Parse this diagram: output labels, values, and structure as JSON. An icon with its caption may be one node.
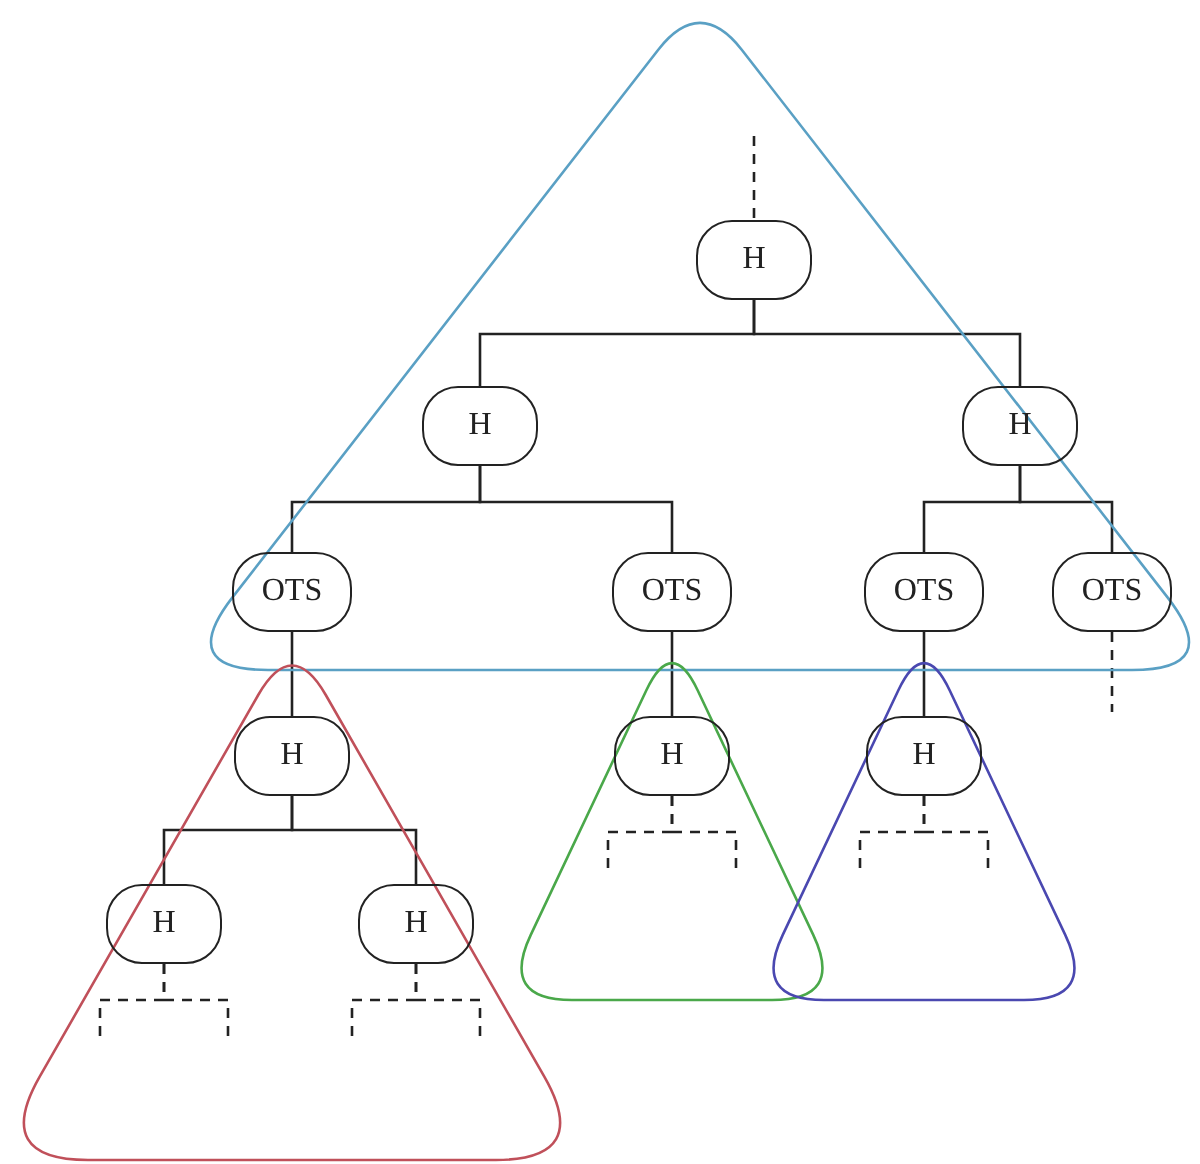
{
  "diagram": {
    "nodes": [
      {
        "text": [],
        "shape": "triangle"
      },
      {
        "text": [
          "H"
        ],
        "in": 0
      },
      {
        "text": [
          "H"
        ],
        "in": 0
      },
      {
        "text": [
          "H"
        ],
        "in": 0
      },
      {
        "text": [
          "OTS"
        ],
        "in": 0
      },
      {
        "text": [
          "OTS"
        ],
        "in": 0
      },
      {
        "text": [
          "OTS"
        ],
        "in": 0
      },
      {
        "text": [
          "OTS"
        ],
        "in": 0
      },
      {
        "text": [],
        "shape": "triangle"
      },
      {
        "text": [
          "H"
        ],
        "in": 8
      },
      {
        "text": [
          "H"
        ],
        "in": 8
      },
      {
        "text": [
          "H"
        ],
        "in": 8
      },
      {
        "text": [],
        "shape": "triangle"
      },
      {
        "text": [
          "H"
        ],
        "in": 12
      },
      {
        "text": [],
        "shape": "triangle"
      },
      {
        "text": [
          "H"
        ],
        "in": 14
      }
    ],
    "edges": [
      {
        "from": null,
        "to": 1,
        "arrow": "none",
        "style": "dashed"
      },
      {
        "from": 1,
        "to": 2,
        "arrow": "none"
      },
      {
        "from": 1,
        "to": 3,
        "arrow": "none"
      },
      {
        "from": 2,
        "to": 4,
        "arrow": "none"
      },
      {
        "from": 2,
        "to": 5,
        "arrow": "none"
      },
      {
        "from": 3,
        "to": 6,
        "arrow": "none"
      },
      {
        "from": 3,
        "to": 7,
        "arrow": "none"
      },
      {
        "from": 7,
        "to": null,
        "arrow": "none",
        "style": "dashed"
      },
      {
        "from": 4,
        "to": 9,
        "arrow": "none"
      },
      {
        "from": 5,
        "to": 13,
        "arrow": "none"
      },
      {
        "from": 6,
        "to": 15,
        "arrow": "none"
      },
      {
        "from": 9,
        "to": 10,
        "arrow": "none"
      },
      {
        "from": 9,
        "to": 11,
        "arrow": "none"
      },
      {
        "from": 10,
        "to": null,
        "arrow": "none",
        "style": "dashed"
      },
      {
        "from": 10,
        "to": null,
        "arrow": "none",
        "style": "dashed"
      },
      {
        "from": 11,
        "to": null,
        "arrow": "none",
        "style": "dashed"
      },
      {
        "from": 11,
        "to": null,
        "arrow": "none",
        "style": "dashed"
      },
      {
        "from": 13,
        "to": null,
        "arrow": "none",
        "style": "dashed"
      },
      {
        "from": 13,
        "to": null,
        "arrow": "none",
        "style": "dashed"
      },
      {
        "from": 15,
        "to": null,
        "arrow": "none",
        "style": "dashed"
      },
      {
        "from": 15,
        "to": null,
        "arrow": "none",
        "style": "dashed"
      }
    ]
  }
}
